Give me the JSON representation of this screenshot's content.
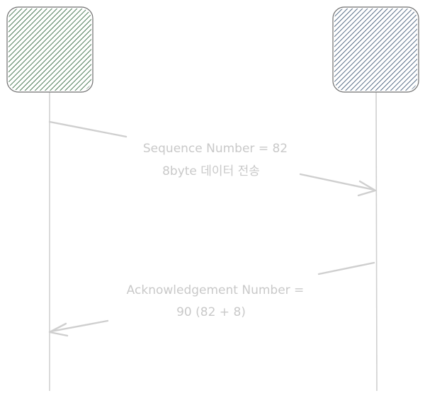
{
  "colors": {
    "client_hatch": "#1f5a2c",
    "server_hatch": "#2f4a6a",
    "node_border": "#6f6f6f",
    "lifeline": "#d0d0d0",
    "arrow": "#cfcfcf",
    "label_text": "#c9c9c9"
  },
  "nodes": {
    "client": {
      "label": ""
    },
    "server": {
      "label": ""
    }
  },
  "messages": [
    {
      "line1": "Sequence Number = 82",
      "line2": "8byte 데이터 전송",
      "direction": "right"
    },
    {
      "line1": "Acknowledgement Number =",
      "line2": "90 (82 + 8)",
      "direction": "left"
    }
  ]
}
